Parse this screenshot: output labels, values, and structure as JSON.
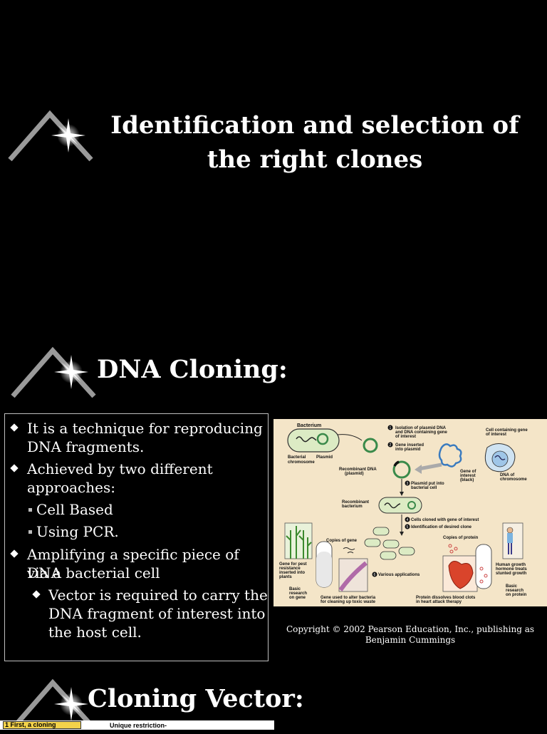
{
  "slide1": {
    "title_line1": "Identification and selection of",
    "title_line2": "the right clones"
  },
  "slide2": {
    "heading": "DNA Cloning:",
    "bullets": [
      {
        "line1": "It  is a technique for reproducing",
        "line2": "DNA fragments."
      },
      {
        "line1": "Achieved by two different",
        "line2": "approaches:"
      },
      {
        "sub1": "Cell Based",
        "sub2": "Using PCR."
      },
      {
        "line1": "Amplifying a specific piece of DNA",
        "line2": "via a bacterial cell"
      },
      {
        "line1": "Vector is required to carry the",
        "line2": "DNA fragment of interest into",
        "line3": "the host cell."
      }
    ],
    "figure": {
      "labels": {
        "bacterium": "Bacterium",
        "bact_chrom1": "Bacterial",
        "bact_chrom2": "chromosome",
        "plasmid": "Plasmid",
        "step1a": "Isolation of plasmid DNA",
        "step1b": "and DNA containing gene",
        "step1c": "of interest",
        "step2a": "Gene inserted",
        "step2b": "into plasmid",
        "cell_gene1": "Cell containing gene",
        "cell_gene2": "of interest",
        "recomb_dna1": "Recombinant DNA",
        "recomb_dna2": "(plasmid)",
        "gene_int1": "Gene of",
        "gene_int2": "interest",
        "gene_int3": "(black)",
        "dna_chrom1": "DNA of",
        "dna_chrom2": "chromosome",
        "step3a": "Plasmid put into",
        "step3b": "bacterial cell",
        "recomb_bact1": "Recombinant",
        "recomb_bact2": "bacterium",
        "step4": "Cells cloned with gene of interest",
        "step5": "Identification of desired clone",
        "copies_gene": "Copies of gene",
        "copies_protein": "Copies of protein",
        "pest1": "Gene for pest",
        "pest2": "resistance",
        "pest3": "inserted into",
        "pest4": "plants",
        "step6": "Various applications",
        "hgh1": "Human growth",
        "hgh2": "hormone treats",
        "hgh3": "stunted growth",
        "basic_gene1": "Basic",
        "basic_gene2": "research",
        "basic_gene3": "on gene",
        "bacteria1": "Gene used to alter bacteria",
        "bacteria2": "for cleaning up toxic waste",
        "protein1": "Protein dissolves blood clots",
        "protein2": "in heart attack therapy",
        "basic_prot1": "Basic",
        "basic_prot2": "research",
        "basic_prot3": "on protein"
      },
      "step_numbers": [
        "1",
        "2",
        "3",
        "4",
        "5",
        "6"
      ],
      "copyright": "Copyright © 2002 Pearson Education, Inc., publishing as Benjamin Cummings"
    }
  },
  "slide3": {
    "heading": "Cloning Vector:",
    "figure_label": "1 First, a cloning",
    "figure_text": "Unique restriction-"
  },
  "colors": {
    "background": "#000000",
    "text": "#ffffff",
    "figure_bg": "#f4e5c8"
  }
}
